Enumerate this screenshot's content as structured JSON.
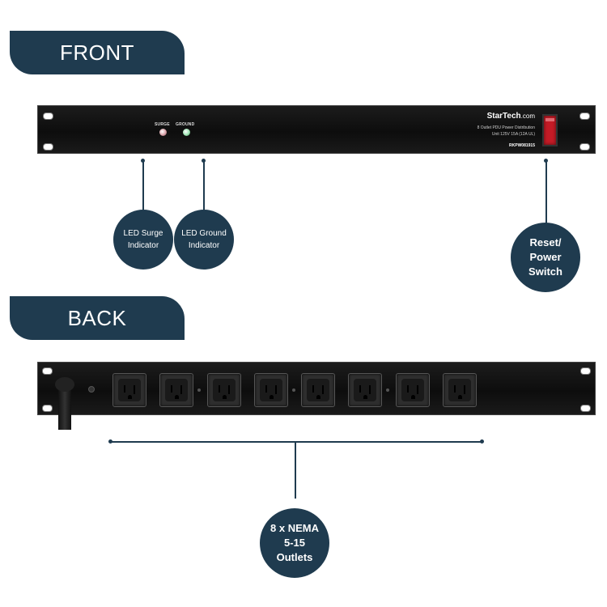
{
  "sections": {
    "front_label": "FRONT",
    "back_label": "BACK"
  },
  "front_panel": {
    "led_surge_label": "SURGE",
    "led_ground_label": "GROUND",
    "brand_name": "StarTech",
    "brand_suffix": ".com",
    "spec_line1": "8 Outlet PDU Power Distribution",
    "spec_line2": "Unit 125V 15A (12A UL)",
    "model": "RKPW081915"
  },
  "callouts": {
    "led_surge": "LED Surge Indicator",
    "led_ground": "LED Ground Indicator",
    "reset_switch": "Reset/ Power Switch",
    "outlets": "8 x NEMA 5-15 Outlets"
  },
  "back_panel": {
    "outlet_count": 8
  },
  "colors": {
    "accent": "#1f3b4f",
    "switch": "#c31b26"
  }
}
